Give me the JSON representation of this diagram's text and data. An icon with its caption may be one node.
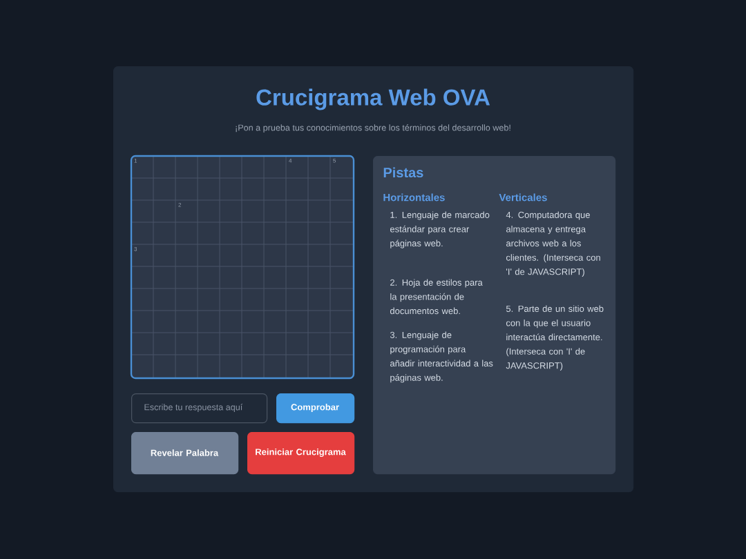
{
  "diagram": {
    "title": "Crucigrama Web OVA",
    "nodes": [
      {
        "text": [
          "¡Pon a prueba tus conocimientos sobre los términos del desarrollo web!"
        ]
      },
      {
        "text": [
          "Pistas",
          "Horizontales",
          "1. Lenguaje de marcado estándar para crear páginas web.",
          "2. Hoja de estilos para la presentación de documentos web.",
          "3. Lenguaje de programación para añadir interactividad a las páginas web.",
          "Verticales",
          "4. Computadora que almacena y entrega archivos web a los clientes. (Interseca con 'I' de JAVASCRIPT)",
          "5. Parte de un sitio web con la que el usuario interactúa directamente. (Interseca con 'I' de JAVASCRIPT)"
        ],
        "in": 0
      },
      {
        "text": [
          "Escribe tu respuesta aquí"
        ],
        "in": 0
      },
      {
        "text": [
          "Comprobar"
        ],
        "in": 0
      },
      {
        "text": [
          "Revelar Palabra"
        ],
        "in": 0
      },
      {
        "text": [
          "Reiniciar Crucigrama"
        ],
        "in": 0
      }
    ],
    "labels": [
      "1",
      "4",
      "5",
      "2",
      "3"
    ]
  }
}
